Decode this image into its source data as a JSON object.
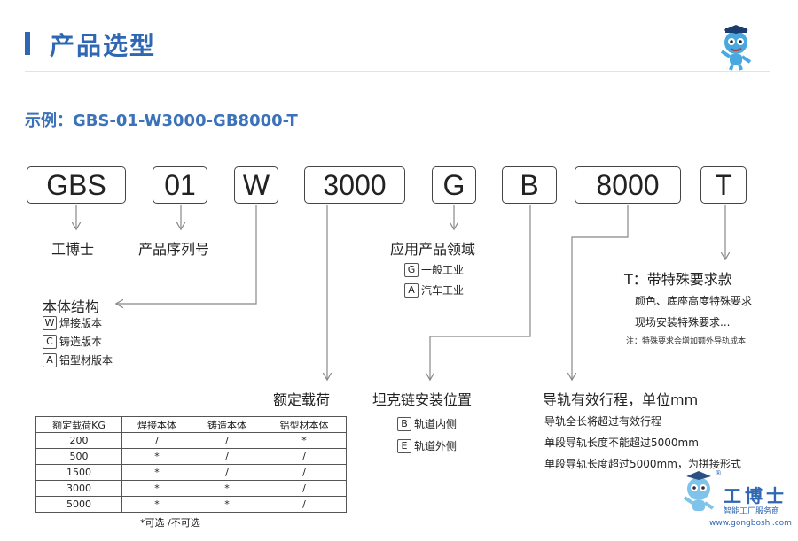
{
  "page_title": "产品选型",
  "example": "示例：GBS-01-W3000-GB8000-T",
  "codes": [
    "GBS",
    "01",
    "W",
    "3000",
    "G",
    "B",
    "8000",
    "T"
  ],
  "labels": {
    "brand": "工博士",
    "serial": "产品序列号",
    "body_structure": "本体结构",
    "application": "应用产品领域",
    "special": "T：带特殊要求款",
    "rated_load": "额定载荷",
    "chain_position": "坦克链安装位置",
    "rail_length": "导轨有效行程，单位mm"
  },
  "body_options": [
    {
      "letter": "W",
      "text": "焊接版本"
    },
    {
      "letter": "C",
      "text": "铸造版本"
    },
    {
      "letter": "A",
      "text": "铝型材版本"
    }
  ],
  "application_options": [
    {
      "letter": "G",
      "text": "一般工业"
    },
    {
      "letter": "A",
      "text": "汽车工业"
    }
  ],
  "chain_options": [
    {
      "letter": "B",
      "text": "轨道内侧"
    },
    {
      "letter": "E",
      "text": "轨道外侧"
    }
  ],
  "special_lines": [
    "颜色、底座高度特殊要求",
    "现场安装特殊要求..."
  ],
  "special_note": "注：特殊要求会增加额外导轨成本",
  "rail_lines": [
    "导轨全长将超过有效行程",
    "单段导轨长度不能超过5000mm",
    "单段导轨长度超过5000mm，为拼接形式"
  ],
  "table": {
    "headers": [
      "额定载荷KG",
      "焊接本体",
      "铸造本体",
      "铝型材本体"
    ],
    "rows": [
      [
        "200",
        "/",
        "/",
        "*"
      ],
      [
        "500",
        "*",
        "/",
        "/"
      ],
      [
        "1500",
        "*",
        "/",
        "/"
      ],
      [
        "3000",
        "*",
        "*",
        "/"
      ],
      [
        "5000",
        "*",
        "*",
        "/"
      ]
    ],
    "legend": "*可选    /不可选"
  },
  "logo": {
    "name": "工博士",
    "subtitle": "智能工厂服务商",
    "url": "www.gongboshi.com",
    "registered": "®"
  },
  "colors": {
    "accent": "#2f67b2",
    "example": "#3b72ba",
    "line": "#888888"
  }
}
